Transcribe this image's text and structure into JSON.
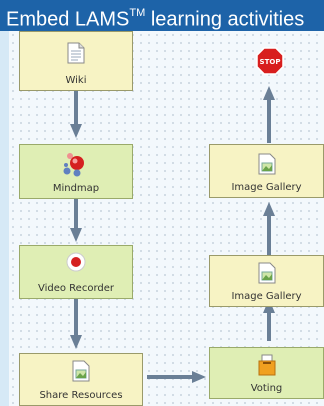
{
  "header": {
    "title": "Embed LAMS",
    "trademark": "TM",
    "title_rest": " learning activities"
  },
  "activities": [
    {
      "id": "wiki",
      "label": "Wiki",
      "icon": "document-icon"
    },
    {
      "id": "mindmap",
      "label": "Mindmap",
      "icon": "mindmap-icon"
    },
    {
      "id": "video-recorder",
      "label": "Video Recorder",
      "icon": "record-icon"
    },
    {
      "id": "share-resources",
      "label": "Share Resources",
      "icon": "image-document-icon"
    },
    {
      "id": "voting",
      "label": "Voting",
      "icon": "ballot-box-icon"
    },
    {
      "id": "image-gallery-1",
      "label": "Image Gallery",
      "icon": "image-document-icon"
    },
    {
      "id": "image-gallery-2",
      "label": "Image Gallery",
      "icon": "image-document-icon"
    },
    {
      "id": "stop",
      "label": "STOP",
      "icon": "stop-sign-icon"
    }
  ],
  "colors": {
    "header": "#1d63a8",
    "activity_yellow": "#f7f3c4",
    "activity_green": "#dfeeb4",
    "arrow": "#6a7f96"
  }
}
